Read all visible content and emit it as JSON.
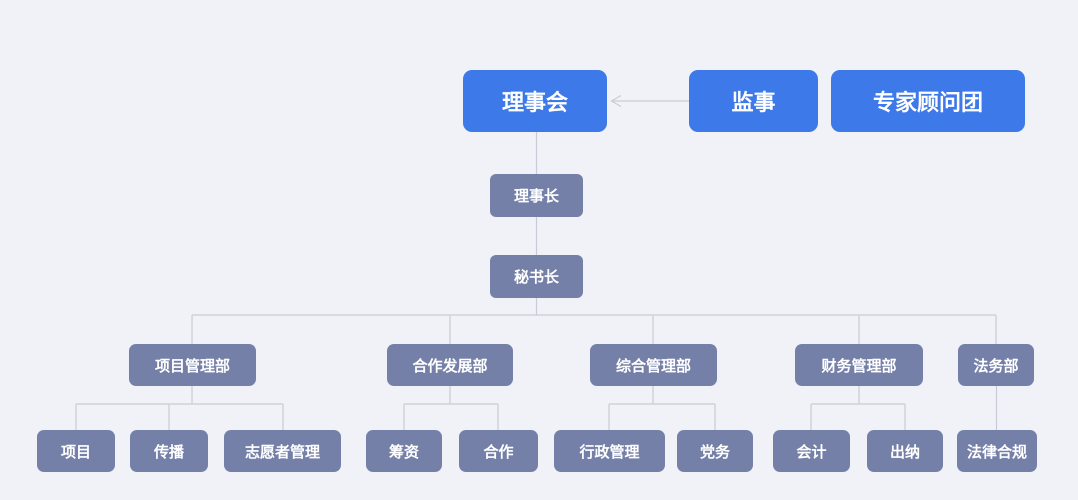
{
  "page": {
    "background": "#f1f2f7"
  },
  "colors": {
    "primary_node": "#3d79e9",
    "secondary_node": "#7580a8",
    "connector_line": "#c9cbd6",
    "node_text": "#ffffff"
  },
  "org": {
    "type": "org-tree",
    "top": [
      {
        "label": "理事会"
      },
      {
        "label": "监事"
      },
      {
        "label": "专家顾问团"
      }
    ],
    "supervision_arrow": {
      "from": "监事",
      "to": "理事会"
    },
    "chain": [
      {
        "label": "理事长"
      },
      {
        "label": "秘书长"
      }
    ],
    "departments": [
      {
        "label": "项目管理部",
        "children": [
          "项目",
          "传播",
          "志愿者管理"
        ]
      },
      {
        "label": "合作发展部",
        "children": [
          "筹资",
          "合作"
        ]
      },
      {
        "label": "综合管理部",
        "children": [
          "行政管理",
          "党务"
        ]
      },
      {
        "label": "财务管理部",
        "children": [
          "会计",
          "出纳"
        ]
      },
      {
        "label": "法务部",
        "children": [
          "法律合规"
        ]
      }
    ]
  }
}
